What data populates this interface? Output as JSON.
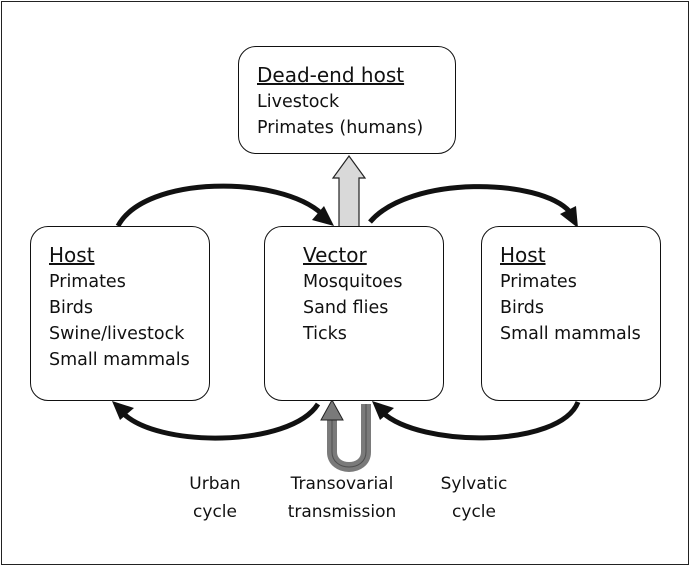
{
  "dead_end_host": {
    "title": "Dead-end host",
    "items": [
      "Livestock",
      "Primates (humans)"
    ]
  },
  "left_host": {
    "title": "Host",
    "items": [
      "Primates",
      "Birds",
      "Swine/livestock",
      "Small mammals"
    ]
  },
  "vector": {
    "title": "Vector",
    "items": [
      "Mosquitoes",
      "Sand flies",
      "Ticks"
    ]
  },
  "right_host": {
    "title": "Host",
    "items": [
      "Primates",
      "Birds",
      "Small mammals"
    ]
  },
  "labels": {
    "urban_1": "Urban",
    "urban_2": "cycle",
    "transovarial_1": "Transovarial",
    "transovarial_2": "transmission",
    "sylvatic_1": "Sylvatic",
    "sylvatic_2": "cycle"
  },
  "colors": {
    "cycle_arrows": "#111111",
    "dead_end_arrow": "#d9d9d9",
    "transovarial_arrow": "#7a7a7a"
  }
}
